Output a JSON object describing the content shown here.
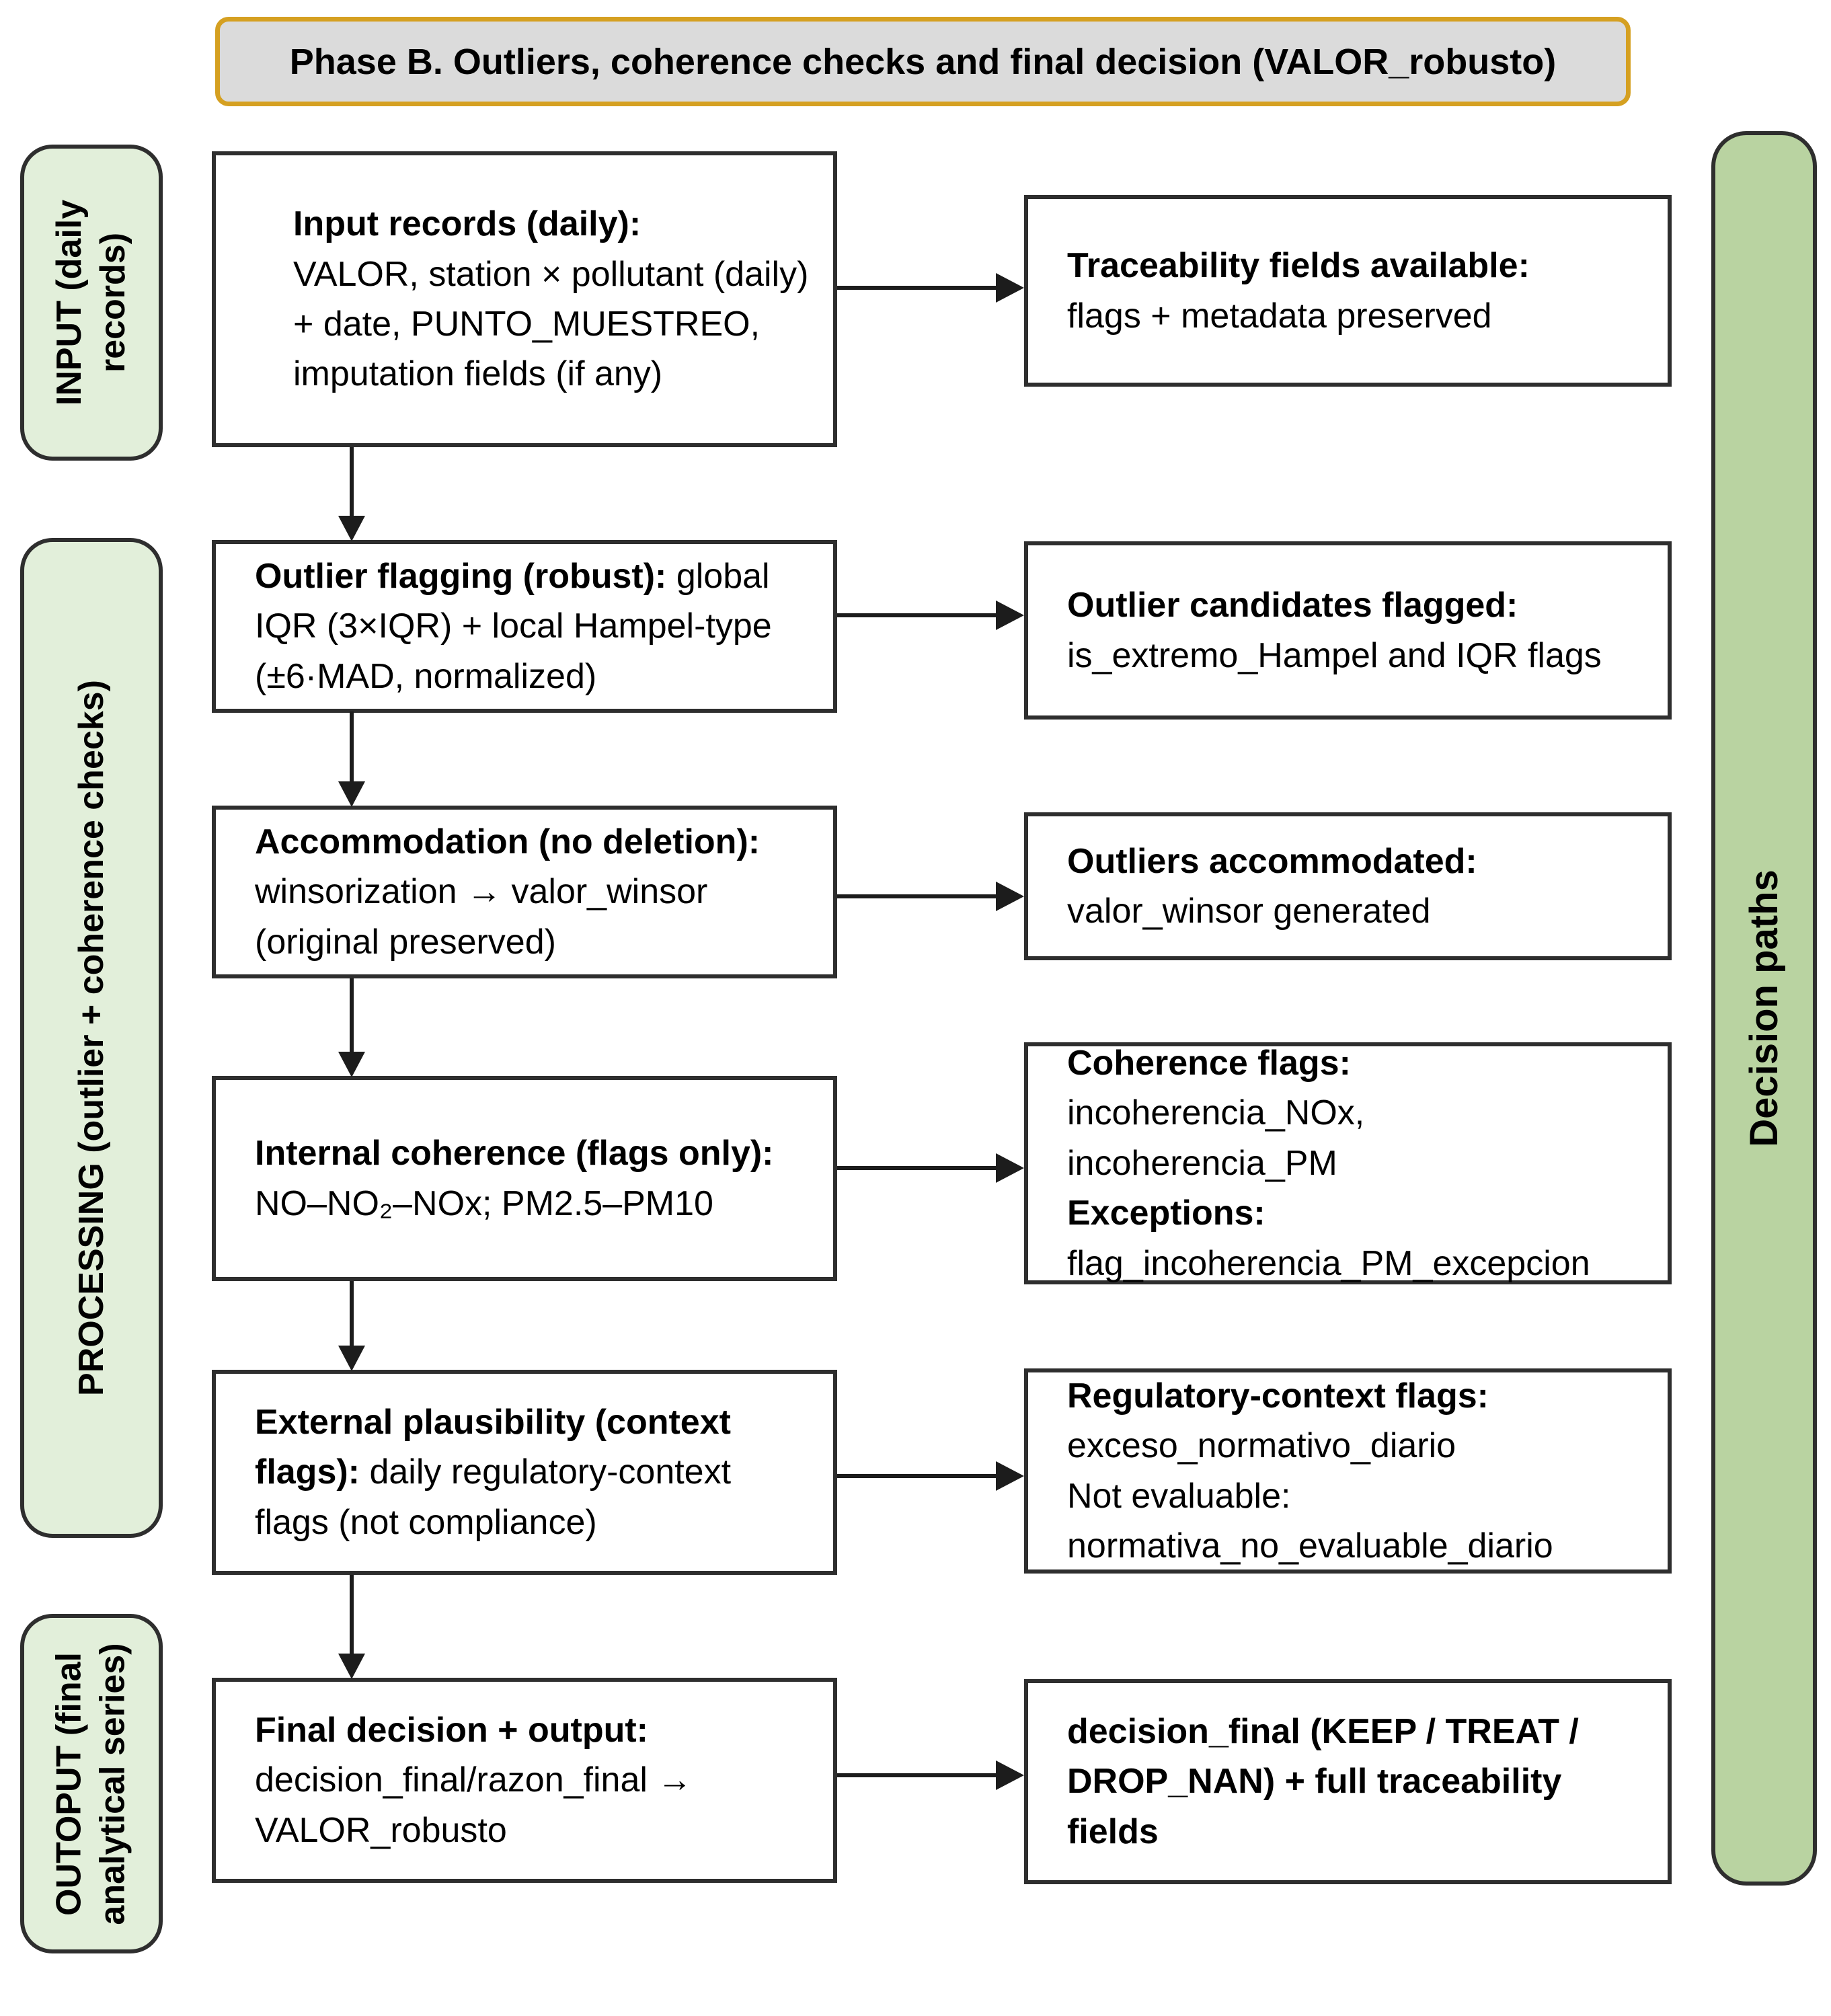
{
  "title": {
    "text": "Phase B. Outliers, coherence checks and final decision (VALOR_robusto)"
  },
  "sidebars": {
    "input": {
      "line1": "INPUT (daily",
      "line2": "records)"
    },
    "processing": {
      "label": "PROCESSING (outlier + coherence checks)"
    },
    "output": {
      "line1": "OUTOPUT (final",
      "line2": "analytical series)"
    },
    "decision_paths": {
      "label": "Decision paths"
    }
  },
  "colors": {
    "side_panel_green": "#e2efda",
    "decision_bar_green": "#b9d3a1",
    "title_fill": "#dbdbdb",
    "title_border_gold": "#d5a021",
    "box_border": "#2e2e2e"
  },
  "flow": {
    "rows": [
      {
        "process": {
          "lead": "Input records (daily):",
          "body": "VALOR, station × pollutant (daily) + date, PUNTO_MUESTREO, imputation fields (if any)"
        },
        "result": {
          "lead": "Traceability fields available:",
          "body": "flags + metadata preserved"
        }
      },
      {
        "process": {
          "lead": "Outlier flagging (robust):",
          "body": "global IQR (3×IQR) + local Hampel-type (±6·MAD, normalized)"
        },
        "result": {
          "lead": "Outlier candidates flagged:",
          "body": "is_extremo_Hampel and IQR flags"
        }
      },
      {
        "process": {
          "lead": "Accommodation (no deletion):",
          "body": "winsorization → valor_winsor (original preserved)"
        },
        "result": {
          "lead": "Outliers accommodated:",
          "body": "valor_winsor generated"
        }
      },
      {
        "process": {
          "lead": "Internal coherence (flags only):",
          "body": "NO–NO₂–NOx; PM2.5–PM10"
        },
        "result": {
          "lead": "Coherence flags:",
          "body_line1": "incoherencia_NOx,",
          "body_line2": "incoherencia_PM",
          "lead2": "Exceptions:",
          "body_line3": "flag_incoherencia_PM_excepcion"
        }
      },
      {
        "process": {
          "lead": "External plausibility (context flags):",
          "body": "daily regulatory-context flags (not compliance)"
        },
        "result": {
          "lead": "Regulatory-context flags:",
          "body_line1": "exceso_normativo_diario",
          "body_line2": "Not evaluable:",
          "body_line3": "normativa_no_evaluable_diario"
        }
      },
      {
        "process": {
          "lead": "Final decision + output:",
          "body": "decision_final/razon_final → VALOR_robusto"
        },
        "result": {
          "lead": "decision_final (KEEP / TREAT / DROP_NAN) + full traceability fields"
        }
      }
    ]
  }
}
